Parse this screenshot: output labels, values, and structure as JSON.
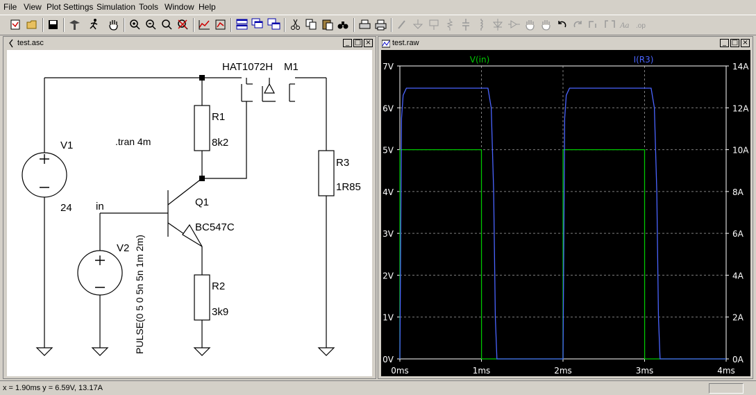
{
  "menu": [
    "File",
    "View",
    "Plot Settings",
    "Simulation",
    "Tools",
    "Window",
    "Help"
  ],
  "schematic_window": {
    "title": "test.asc",
    "components": {
      "m1_part": "HAT1072H",
      "m1_name": "M1",
      "r1_name": "R1",
      "r1_value": "8k2",
      "r2_name": "R2",
      "r2_value": "3k9",
      "r3_name": "R3",
      "r3_value": "1R85",
      "v1_name": "V1",
      "v1_value": "24",
      "v2_name": "V2",
      "v2_value": "PULSE(0 5 0 5n 5n 1m 2m)",
      "q1_name": "Q1",
      "q1_part": "BC547C",
      "net_in": "in",
      "directive": ".tran 4m"
    }
  },
  "plot_window": {
    "title": "test.raw"
  },
  "chart_data": {
    "type": "line",
    "x_unit": "ms",
    "xlim": [
      0,
      4
    ],
    "x_ticks": [
      "0ms",
      "1ms",
      "2ms",
      "3ms",
      "4ms"
    ],
    "y_left": {
      "ylim": [
        0,
        7
      ],
      "ticks": [
        "0V",
        "1V",
        "2V",
        "3V",
        "4V",
        "5V",
        "6V",
        "7V"
      ]
    },
    "y_right": {
      "ylim": [
        0,
        14
      ],
      "ticks": [
        "0A",
        "2A",
        "4A",
        "6A",
        "8A",
        "10A",
        "12A",
        "14A"
      ]
    },
    "grid": true,
    "background": "#000000",
    "series": [
      {
        "name": "V(in)",
        "axis": "left",
        "color": "#00c800",
        "x": [
          0,
          0.001,
          1.0,
          1.001,
          2.0,
          2.001,
          3.0,
          3.001,
          4.0
        ],
        "y": [
          0,
          5,
          5,
          0,
          0,
          5,
          5,
          0,
          0
        ]
      },
      {
        "name": "I(R3)",
        "axis": "right",
        "color": "#4a64ff",
        "x": [
          0,
          0.02,
          0.04,
          0.08,
          1.08,
          1.12,
          1.15,
          1.17,
          1.19,
          2.0,
          2.02,
          2.04,
          2.08,
          3.08,
          3.12,
          3.15,
          3.17,
          3.19,
          4.0
        ],
        "y": [
          0,
          11.5,
          12.6,
          12.94,
          12.94,
          12.0,
          8.0,
          2.0,
          0,
          0,
          11.5,
          12.6,
          12.94,
          12.94,
          12.0,
          8.0,
          2.0,
          0,
          0
        ]
      }
    ]
  },
  "status": {
    "cursor": "x = 1.90ms    y = 6.59V, 13.17A"
  },
  "colors": {
    "window_bg": "#d4d0c8",
    "plot_bg": "#000000",
    "grid": "#808080",
    "axis_text": "#ffffff"
  }
}
